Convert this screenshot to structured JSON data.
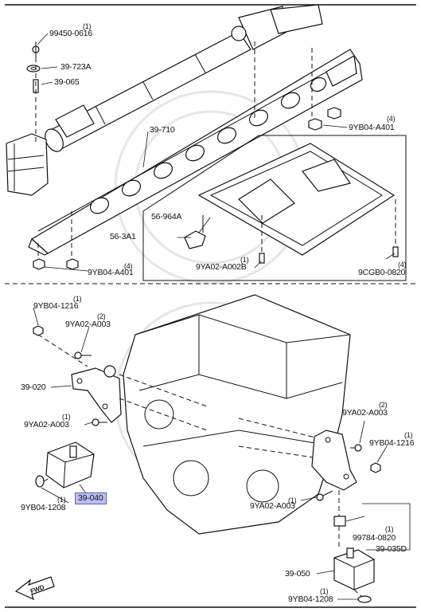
{
  "labels": {
    "p99450_0616": "99450-0616",
    "q99450": "(1)",
    "p39_723A": "39-723A",
    "p39_065": "39-065",
    "p39_710": "39-710",
    "p9YB04_A401_top": "9YB04-A401",
    "q_A401_top": "(4)",
    "p56_964A": "56-964A",
    "p56_3A1": "56-3A1",
    "p9YA02_A002B": "9YA02-A002B",
    "q_A002B": "(1)",
    "p9YB04_A401_bot": "9YB04-A401",
    "q_A401_bot": "(4)",
    "p9CGB0_0820": "9CGB0-0820",
    "q_0820": "(4)",
    "p9YB04_1216_left": "9YB04-1216",
    "q_1216_left": "(1)",
    "p9YA02_A003_upper": "9YA02-A003",
    "q_A003_upper": "(2)",
    "p39_020": "39-020",
    "p9YA02_A003_left": "9YA02-A003",
    "q_A003_left": "(1)",
    "p9YB04_1208_left": "9YB04-1208",
    "q_1208_left": "(1)",
    "p39_040": "39-040",
    "p9YA02_A003_right": "9YA02-A003",
    "q_A003_right": "(2)",
    "p9YB04_1216_right": "9YB04-1216",
    "q_1216_right": "(1)",
    "p9YA02_A003_lower": "9YA02-A003",
    "q_A003_lower": "(1)",
    "p99784_0820": "99784-0820",
    "q_99784": "(1)",
    "p39_035D": "39-035D",
    "p39_050": "39-050",
    "p9YB04_1208_bot": "9YB04-1208",
    "q_1208_bot": "(1)",
    "fwd": "FWD"
  },
  "highlight_color": "#b9bff0"
}
